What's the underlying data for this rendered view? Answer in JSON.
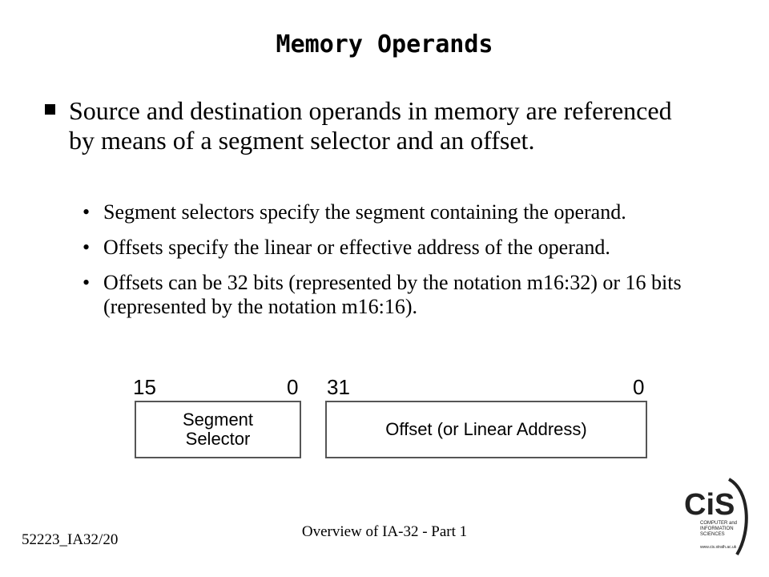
{
  "slide": {
    "title": "Memory Operands",
    "main_bullet": "Source and destination operands in memory are referenced by means of a segment selector and an offset.",
    "sub_bullets": [
      "Segment selectors specify the segment containing the operand.",
      "Offsets specify the linear or effective address of the operand.",
      "Offsets can be 32 bits (represented by the notation m16:32) or 16 bits (represented by the notation m16:16)."
    ],
    "sub_bullet_marker": "•"
  },
  "diagram": {
    "selector": {
      "high_bit": "15",
      "low_bit": "0",
      "label": "Segment Selector"
    },
    "offset": {
      "high_bit": "31",
      "low_bit": "0",
      "label": "Offset (or Linear Address)"
    }
  },
  "footer": {
    "left": "52223_IA32/20",
    "center": "Overview of IA-32 - Part 1"
  },
  "logo": {
    "icon": "cis-logo",
    "wordmark": "CiS",
    "lines": [
      "COMPUTER and",
      "INFORMATION",
      "SCIENCES"
    ],
    "url": "www.cis.strath.ac.uk"
  }
}
